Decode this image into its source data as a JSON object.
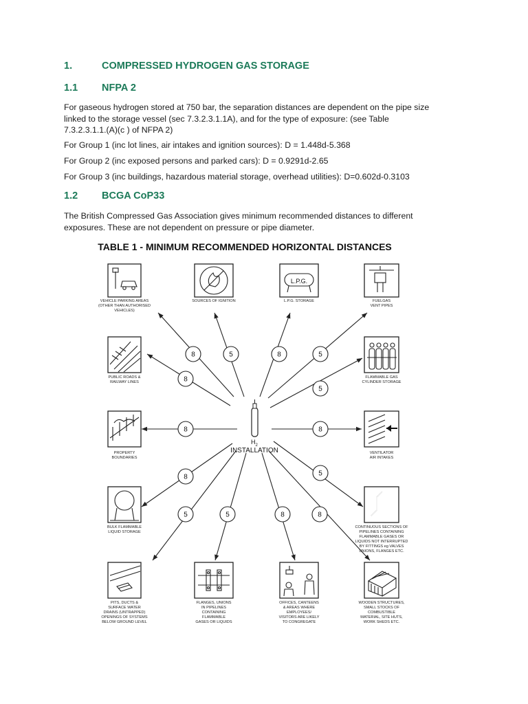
{
  "section1": {
    "number": "1.",
    "title": "COMPRESSED HYDROGEN GAS STORAGE"
  },
  "section1_1": {
    "number": "1.1",
    "title": "NFPA 2",
    "para1_line1": "For gaseous hydrogen stored at 750 bar, the separation distances are dependent on the pipe size",
    "para1_line2": "linked to the storage vessel (sec 7.3.2.3.1.1A), and for the type of exposure: (see Table",
    "para1_line3": "7.3.2.3.1.1.(A)(c ) of NFPA 2)",
    "group1": "For Group 1 (inc lot lines, air intakes and ignition sources): D = 1.448d-5.368",
    "group2": "For Group 2 (inc exposed persons and parked cars): D = 0.9291d-2.65",
    "group3": "For Group 3 (inc buildings, hazardous material storage, overhead utilities): D=0.602d-0.3103"
  },
  "section1_2": {
    "number": "1.2",
    "title": "BCGA CoP33",
    "para_line1": "The British Compressed Gas Association gives minimum recommended distances to different",
    "para_line2": "exposures. These are not dependent on pressure or pipe diameter."
  },
  "figure": {
    "title": "TABLE 1 - MINIMUM RECOMMENDED HORIZONTAL DISTANCES",
    "center_symbol": "H",
    "center_subscript": "2",
    "center_label": "INSTALLATION",
    "lpg_text": "L.P.G.",
    "exposures": [
      {
        "id": "vehicle-parking",
        "label": [
          "VEHICLE PARKING AREAS",
          "(OTHER THAN AUTHORISED",
          "VEHICLES)"
        ],
        "distance": "8"
      },
      {
        "id": "sources-of-ignition",
        "label": [
          "SOURCES OF IGNITION"
        ],
        "distance": "5"
      },
      {
        "id": "lpg-storage",
        "label": [
          "L.P.G. STORAGE"
        ],
        "distance": "8"
      },
      {
        "id": "fuelgas-vent-pipes",
        "label": [
          "FUELGAS",
          "VENT PIPES"
        ],
        "distance": "5"
      },
      {
        "id": "public-roads",
        "label": [
          "PUBLIC ROADS &",
          "RAILWAY LINES"
        ],
        "distance": "8"
      },
      {
        "id": "flammable-cylinder-storage",
        "label": [
          "FLAMMABLE GAS",
          "CYLINDER STORAGE"
        ],
        "distance": "5"
      },
      {
        "id": "property-boundaries",
        "label": [
          "PROPERTY",
          "BOUNDARIES"
        ],
        "distance": "8"
      },
      {
        "id": "ventilator-air-intakes",
        "label": [
          "VENTILATOR",
          "AIR INTAKES"
        ],
        "distance": "8"
      },
      {
        "id": "bulk-flammable-liquid",
        "label": [
          "BULK FLAMMABLE",
          "LIQUID STORAGE"
        ],
        "distance": "8"
      },
      {
        "id": "continuous-pipelines",
        "label": [
          "CONTINUOUS SECTIONS OF",
          "PIPELINES CONTAINING",
          "FLAMMABLE GASES OR",
          "LIQUIDS NOT INTERRUPTED",
          "BY FITTINGS eg VALVES",
          "UNIONS, FLANGES ETC."
        ],
        "distance": "5"
      },
      {
        "id": "pits-ducts",
        "label": [
          "PITS, DUCTS &",
          "SURFACE WATER",
          "DRAINS (UNTRAPPED)",
          "OPENINGS OF SYSTEMS",
          "BELOW GROUND LEVEL"
        ],
        "distance": "5"
      },
      {
        "id": "flanges-unions",
        "label": [
          "FLANGES, UNIONS",
          "IN PIPELINES",
          "CONTAINING",
          "FLAMMABLE",
          "GASES OR LIQUIDS"
        ],
        "distance": "5"
      },
      {
        "id": "offices-canteens",
        "label": [
          "OFFICES, CANTEENS",
          "& AREAS WHERE",
          "EMPLOYEES/",
          "VISITORS ARE LIKELY",
          "TO CONGREGATE"
        ],
        "distance": "8"
      },
      {
        "id": "wooden-structures",
        "label": [
          "WOODEN STRUCTURES,",
          "SMALL STOCKS OF",
          "COMBUSTIBLE",
          "MATERIAL, SITE HUTS,",
          "WORK SHEDS ETC."
        ],
        "distance": "8"
      }
    ]
  }
}
